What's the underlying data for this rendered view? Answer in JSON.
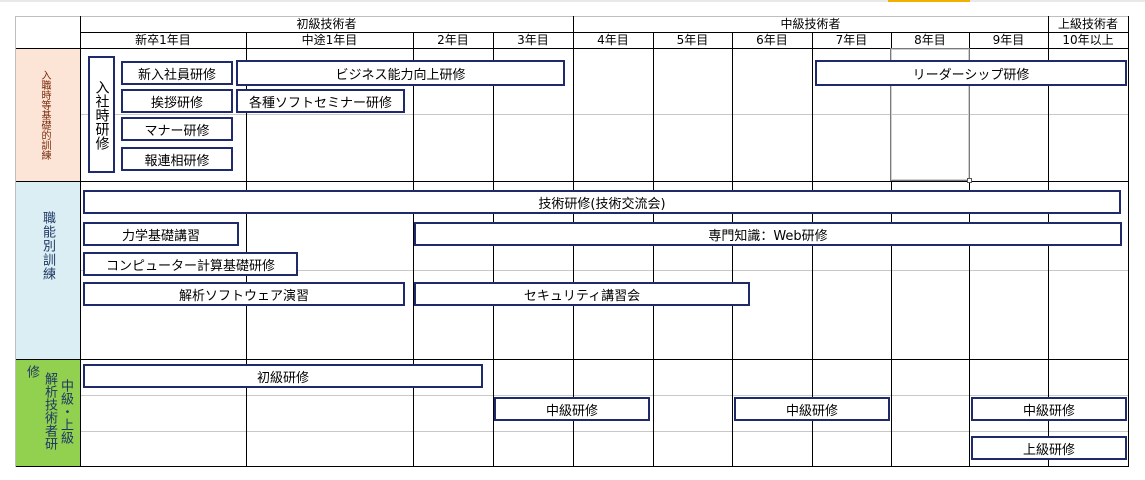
{
  "header": {
    "groups": [
      {
        "label": "初級技術者",
        "from": 0,
        "to": 6
      },
      {
        "label": "中級技術者",
        "from": 6,
        "to": 12
      },
      {
        "label": "上級技術者",
        "from": 12,
        "to": 13
      }
    ],
    "columns": [
      {
        "label": "新卒1年目",
        "span": 2
      },
      {
        "label": "中途1年目",
        "span": 2
      },
      {
        "label": "2年目",
        "span": 1
      },
      {
        "label": "3年目",
        "span": 1
      },
      {
        "label": "4年目",
        "span": 1
      },
      {
        "label": "5年目",
        "span": 1
      },
      {
        "label": "6年目",
        "span": 1
      },
      {
        "label": "7年目",
        "span": 1
      },
      {
        "label": "8年目",
        "span": 1
      },
      {
        "label": "9年目",
        "span": 1
      },
      {
        "label": "10年以上",
        "span": 1
      }
    ]
  },
  "sections": [
    {
      "id": "entry",
      "labels": [
        "入職時等基礎的訓練"
      ],
      "color": "#fce4d6",
      "rows": 4,
      "vertical_boxes": [
        {
          "text": "入社時研修"
        }
      ],
      "boxes": [
        {
          "text": "新入社員研修",
          "row": 0
        },
        {
          "text": "挨拶研修",
          "row": 1
        },
        {
          "text": "マナー研修",
          "row": 2
        },
        {
          "text": "報連相研修",
          "row": 3
        },
        {
          "text": "ビジネス能力向上研修",
          "row": 0
        },
        {
          "text": "各種ソフトセミナー研修",
          "row": 1
        },
        {
          "text": "リーダーシップ研修",
          "row": 0
        }
      ]
    },
    {
      "id": "skill",
      "labels": [
        "職能別訓練"
      ],
      "color": "#dbeef4",
      "rows": 5,
      "boxes": [
        {
          "text": "技術研修(技術交流会)",
          "row": 0
        },
        {
          "text": "力学基礎講習",
          "row": 1
        },
        {
          "text": "専門知識：Web研修",
          "row": 1
        },
        {
          "text": "コンピューター計算基礎研修",
          "row": 2
        },
        {
          "text": "解析ソフトウェア演習",
          "row": 3
        },
        {
          "text": "セキュリティ講習会",
          "row": 3
        }
      ]
    },
    {
      "id": "level",
      "labels": [
        "修解析技術者研",
        "中級・上級"
      ],
      "label_columns": [
        "修",
        "解析技術者研",
        "中級・上級"
      ],
      "color": "#92d050",
      "rows": 3,
      "boxes": [
        {
          "text": "初級研修",
          "row": 0
        },
        {
          "text": "中級研修",
          "row": 1
        },
        {
          "text": "中級研修",
          "row": 1
        },
        {
          "text": "中級研修",
          "row": 1
        },
        {
          "text": "上級研修",
          "row": 2
        }
      ]
    }
  ],
  "colors": {
    "box_border": "#1f2a6b",
    "grid": "#000000",
    "accent": "#f0b000"
  }
}
